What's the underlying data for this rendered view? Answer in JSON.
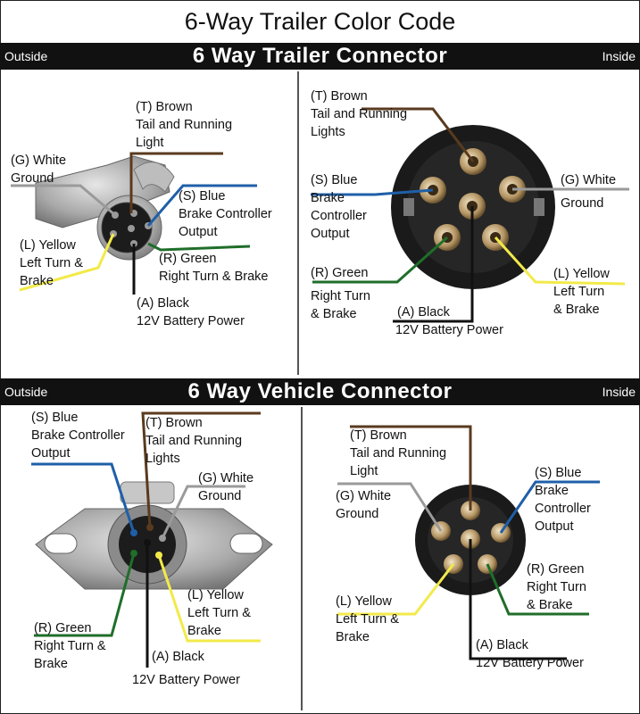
{
  "title": "6-Way Trailer Color Code",
  "trailer_section": {
    "outside_label": "Outside",
    "heading": "6 Way Trailer Connector",
    "inside_label": "Inside",
    "outside_view": {
      "brown": [
        "(T) Brown",
        "Tail and Running",
        "Light"
      ],
      "white": [
        "(G) White",
        "Ground"
      ],
      "blue": [
        "(S) Blue",
        "Brake Controller",
        "Output"
      ],
      "yellow": [
        "(L) Yellow",
        "Left Turn &",
        "Brake"
      ],
      "green": [
        "(R) Green",
        "Right Turn & Brake"
      ],
      "black": [
        "(A) Black",
        "12V Battery Power"
      ]
    },
    "inside_view": {
      "brown": [
        "(T) Brown",
        "Tail and Running",
        "Lights"
      ],
      "blue": [
        "(S) Blue",
        "Brake",
        "Controller",
        "Output"
      ],
      "white": [
        "(G) White",
        "Ground"
      ],
      "green": [
        "(R) Green",
        "Right Turn",
        "& Brake"
      ],
      "yellow": [
        "(L) Yellow",
        "Left Turn",
        "& Brake"
      ],
      "black": [
        "(A) Black",
        "12V Battery Power"
      ]
    }
  },
  "vehicle_section": {
    "outside_label": "Outside",
    "heading": "6 Way Vehicle Connector",
    "inside_label": "Inside",
    "outside_view": {
      "blue": [
        "(S) Blue",
        "Brake Controller",
        "Output"
      ],
      "brown": [
        "(T) Brown",
        "Tail and Running",
        "Lights"
      ],
      "white": [
        "(G) White",
        "Ground"
      ],
      "yellow": [
        "(L) Yellow",
        "Left Turn &",
        "Brake"
      ],
      "green": [
        "(R) Green",
        "Right Turn &",
        "Brake"
      ],
      "black": [
        "(A) Black",
        "12V Battery Power"
      ]
    },
    "inside_view": {
      "brown": [
        "(T) Brown",
        "Tail and Running",
        "Light"
      ],
      "white": [
        "(G) White",
        "Ground"
      ],
      "blue": [
        "(S) Blue",
        "Brake",
        "Controller",
        "Output"
      ],
      "green": [
        "(R) Green",
        "Right Turn",
        "& Brake"
      ],
      "yellow": [
        "(L) Yellow",
        "Left Turn &",
        "Brake"
      ],
      "black": [
        "(A) Black",
        "12V Battery Power"
      ]
    }
  },
  "colors": {
    "brown": "#5a3a1e",
    "blue": "#1f5fa8",
    "white": "#9a9a9a",
    "yellow": "#f2ea4a",
    "green": "#1f6e2a",
    "black": "#111111"
  }
}
